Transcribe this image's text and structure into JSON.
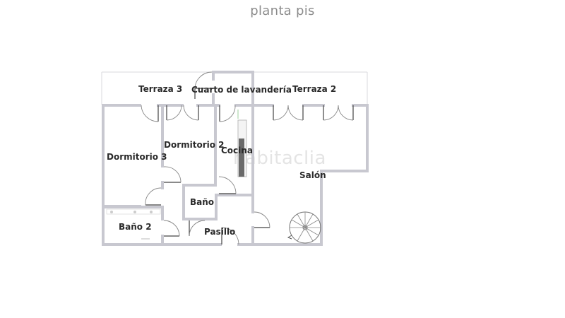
{
  "title": "planta pis",
  "watermark": "habitaclia",
  "rooms": {
    "terraza3": "Terraza 3",
    "lavanderia": "Cuarto de lavandería",
    "terraza2": "Terraza 2",
    "dormitorio3": "Dormitorio 3",
    "dormitorio2": "Dormitorio 2",
    "cocina": "Cocina",
    "salon": "Salón",
    "bano": "Baño",
    "bano2": "Baño 2",
    "pasillo": "Pasillo"
  },
  "colors": {
    "wall": "#c8c8d0",
    "label": "#2a2a2a",
    "title": "#8c8c8c",
    "watermark": "#e4e4e4"
  }
}
